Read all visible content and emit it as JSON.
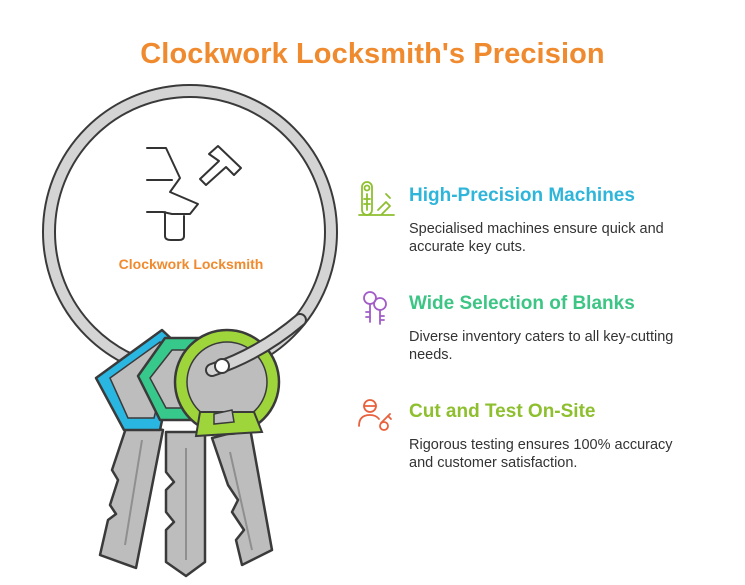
{
  "title": "Clockwork Locksmith's Precision",
  "ring_label": "Clockwork Locksmith",
  "items": [
    {
      "heading": "High-Precision Machines",
      "description": "Specialised machines ensure quick and accurate key cuts.",
      "color": "#2FB5DA",
      "icon": "key-machine-icon"
    },
    {
      "heading": "Wide Selection of Blanks",
      "description": "Diverse inventory caters to all key-cutting needs.",
      "color": "#3CC584",
      "icon": "key-blanks-icon"
    },
    {
      "heading": "Cut and Test On-Site",
      "description": "Rigorous testing ensures 100% accuracy and customer satisfaction.",
      "color": "#8DBF2E",
      "icon": "locksmith-key-icon"
    }
  ],
  "colors": {
    "title": "#F08A2E",
    "ring": "#D0D0D0",
    "key_body": "#BDBDBD",
    "key_blue": "#29B6E0",
    "key_green": "#37C98B",
    "key_lime": "#9ED53A"
  }
}
